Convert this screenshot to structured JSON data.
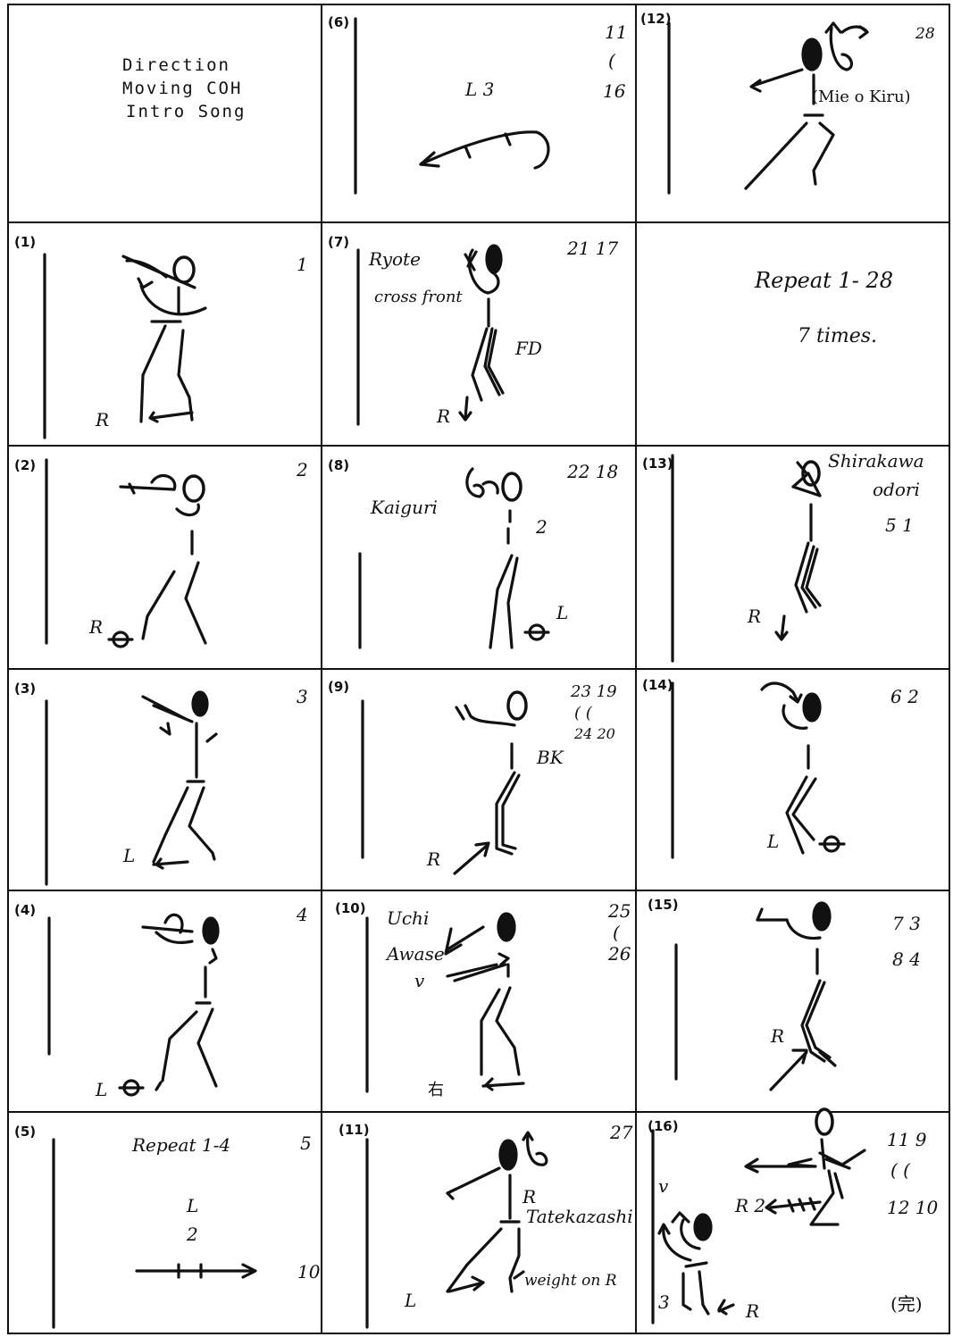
{
  "cells": [
    {
      "id": "intro",
      "lines": [
        "Direction",
        "Moving COH",
        "Intro  Song"
      ]
    },
    {
      "id": "c1",
      "num": "(1)",
      "counts": "1",
      "notes": [
        "R"
      ]
    },
    {
      "id": "c2",
      "num": "(2)",
      "counts": "2",
      "notes": [
        "R"
      ]
    },
    {
      "id": "c3",
      "num": "(3)",
      "counts": "3",
      "notes": [
        "L"
      ]
    },
    {
      "id": "c4",
      "num": "(4)",
      "counts": "4",
      "notes": [
        "L"
      ]
    },
    {
      "id": "c5",
      "num": "(5)",
      "counts": "5",
      "counts2": "10",
      "notes": [
        "Repeat 1-4",
        "L",
        "2"
      ]
    },
    {
      "id": "c6",
      "num": "(6)",
      "counts": "11",
      "counts_sep": "(",
      "counts2": "16",
      "notes": [
        "L 3"
      ]
    },
    {
      "id": "c7",
      "num": "(7)",
      "counts": "21  17",
      "notes": [
        "Ryote",
        "cross front",
        "FD",
        "R"
      ]
    },
    {
      "id": "c8",
      "num": "(8)",
      "counts": "22  18",
      "notes": [
        "Kaiguri",
        "2",
        "L"
      ]
    },
    {
      "id": "c9",
      "num": "(9)",
      "counts": "23  19",
      "counts_sep": "(    (",
      "counts2": "24  20",
      "notes": [
        "BK",
        "R"
      ]
    },
    {
      "id": "c10",
      "num": "(10)",
      "counts": "25",
      "counts_sep": "(",
      "counts2": "26",
      "notes": [
        "Uchi",
        "Awase",
        "v",
        "右"
      ]
    },
    {
      "id": "c11",
      "num": "(11)",
      "counts": "27",
      "notes": [
        "R",
        "Tatekazashi",
        "L",
        "weight on R"
      ]
    },
    {
      "id": "c12",
      "num": "(12)",
      "counts": "28",
      "notes": [
        "(Mie o Kiru)"
      ]
    },
    {
      "id": "repeat",
      "notes": [
        "Repeat 1- 28",
        "7 times."
      ]
    },
    {
      "id": "c13",
      "num": "(13)",
      "counts": "5  1",
      "notes": [
        "Shirakawa",
        "odori",
        "R"
      ]
    },
    {
      "id": "c14",
      "num": "(14)",
      "counts": "6  2",
      "notes": [
        "L"
      ]
    },
    {
      "id": "c15",
      "num": "(15)",
      "counts": "7  3",
      "counts2": "8  4",
      "notes": [
        "R"
      ]
    },
    {
      "id": "c16",
      "num": "(16)",
      "counts": "11  9",
      "counts_sep": "(   (",
      "counts2": "12  10",
      "notes": [
        "v",
        "R  2",
        "3",
        "R",
        "(完)"
      ]
    }
  ]
}
